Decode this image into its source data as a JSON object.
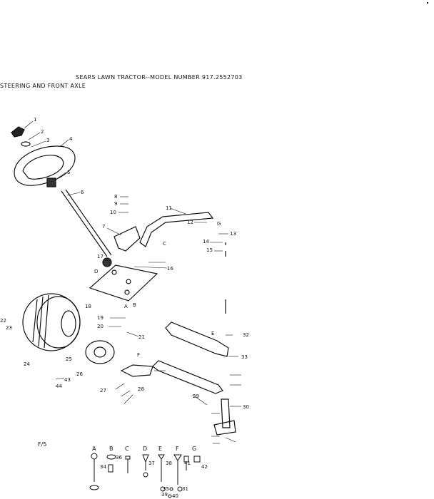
{
  "header": {
    "model_title": "SEARS LAWN TRACTOR--MODEL NUMBER 917.2552703",
    "section_title": "STEERING AND FRONT AXLE"
  },
  "page_mark": "F/5",
  "callouts": [
    "1",
    "2",
    "3",
    "4",
    "5",
    "6",
    "7",
    "8",
    "9",
    "10",
    "11",
    "12",
    "13",
    "14",
    "15",
    "16",
    "17",
    "18",
    "19",
    "20",
    "21",
    "22",
    "23",
    "24",
    "25",
    "26",
    "27",
    "28",
    "29",
    "30",
    "31",
    "32",
    "33",
    "34",
    "35",
    "36",
    "37",
    "38",
    "39",
    "40",
    "41",
    "42",
    "43",
    "44"
  ],
  "letters": [
    "A",
    "B",
    "C",
    "D",
    "E",
    "F",
    "G"
  ]
}
